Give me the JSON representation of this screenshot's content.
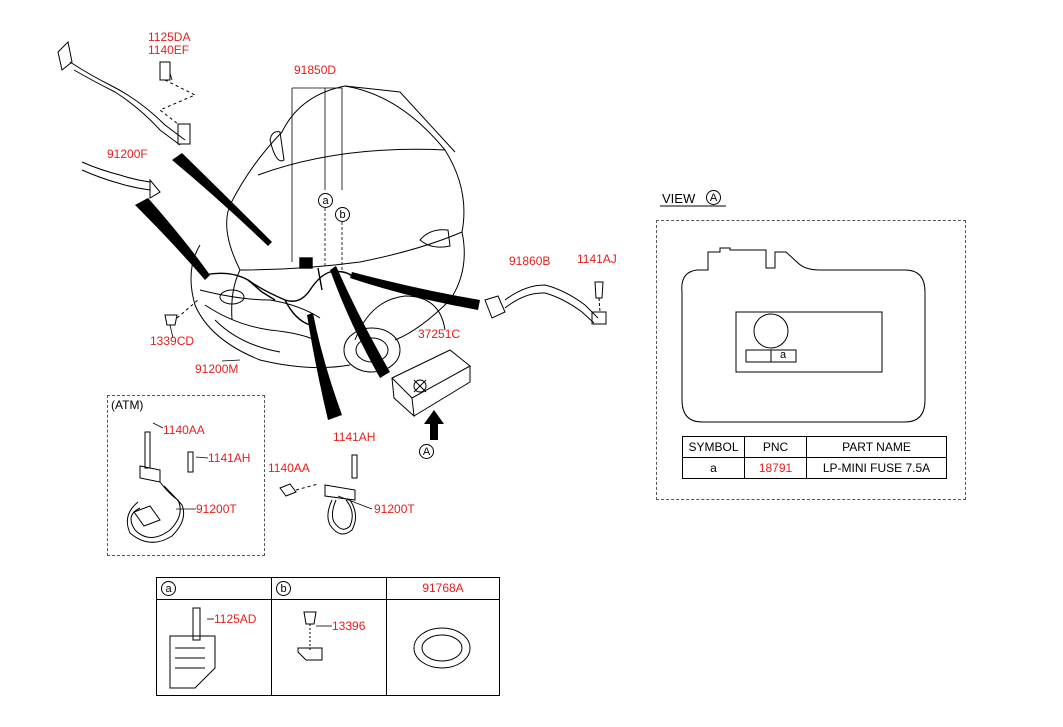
{
  "callouts": {
    "c1125DA": "1125DA",
    "c1140EF": "1140EF",
    "c91850D": "91850D",
    "c91200F": "91200F",
    "c91860B": "91860B",
    "c1141AJ": "1141AJ",
    "c37251C": "37251C",
    "c1339CD": "1339CD",
    "c91200M": "91200M",
    "c1140AA_atm": "1140AA",
    "c1141AH_atm": "1141AH",
    "c91200T_atm": "91200T",
    "c1141AH": "1141AH",
    "c1140AA": "1140AA",
    "c91200T": "91200T"
  },
  "markers": {
    "a": "a",
    "b": "b",
    "A": "A"
  },
  "atm_label": "(ATM)",
  "view": {
    "title": "VIEW",
    "marker": "A",
    "fuse_label": "a"
  },
  "parts_table": {
    "headers": [
      "SYMBOL",
      "PNC",
      "PART NAME"
    ],
    "row": {
      "symbol": "a",
      "pnc": "18791",
      "part_name": "LP-MINI FUSE 7.5A"
    }
  },
  "sub_table": {
    "header_a": "a",
    "header_b": "b",
    "header_c": "91768A",
    "part_a": "1125AD",
    "part_b": "13396"
  },
  "colors": {
    "callout": "#e41e1e",
    "line": "#000000",
    "dash": "#555555"
  }
}
